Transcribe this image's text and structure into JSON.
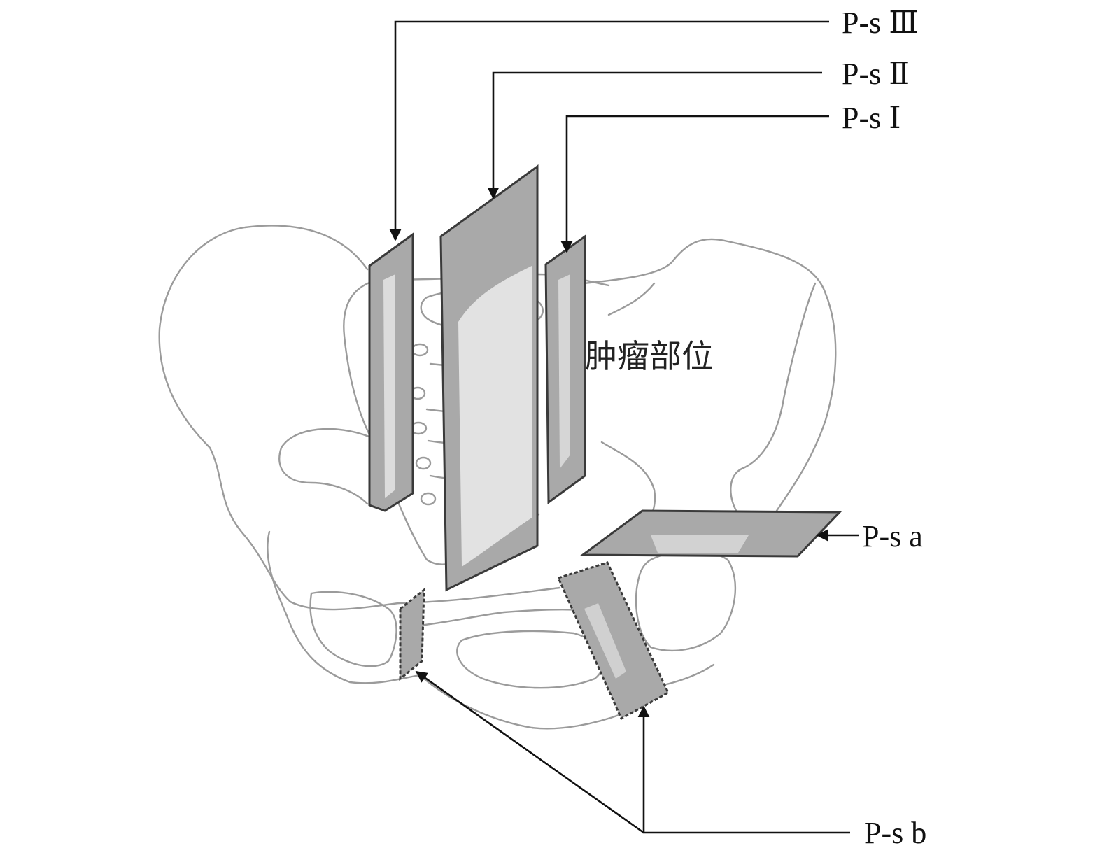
{
  "labels": {
    "ps3": "P-s Ⅲ",
    "ps2": "P-s Ⅱ",
    "ps1": "P-s Ⅰ",
    "psa": "P-s a",
    "psb": "P-s b",
    "tumor_site": "肿瘤部位"
  },
  "colors": {
    "plane_fill": "#a9a9a9",
    "plane_edge": "#3a3a3a",
    "bone_outline": "#9b9b9b",
    "pointer": "#111111"
  }
}
